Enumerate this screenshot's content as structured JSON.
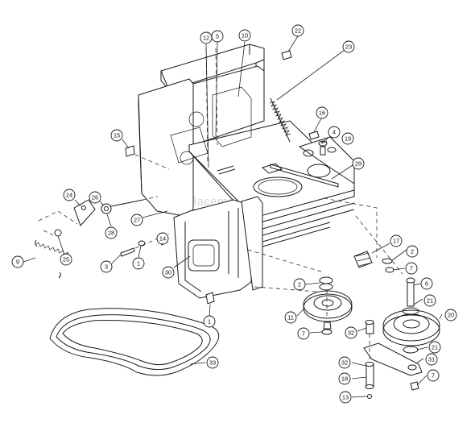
{
  "watermark": "eReplacementParts.com",
  "colors": {
    "ink": "#1a1a1a",
    "paper": "#ffffff",
    "watermark": "#c8c8c8"
  },
  "callouts": [
    {
      "id": "c12",
      "label": "12"
    },
    {
      "id": "c5",
      "label": "5"
    },
    {
      "id": "c10",
      "label": "10"
    },
    {
      "id": "c22",
      "label": "22"
    },
    {
      "id": "c23",
      "label": "23"
    },
    {
      "id": "c16",
      "label": "16"
    },
    {
      "id": "c4",
      "label": "4"
    },
    {
      "id": "c19",
      "label": "19"
    },
    {
      "id": "c15",
      "label": "15"
    },
    {
      "id": "c29",
      "label": "29"
    },
    {
      "id": "c24",
      "label": "24"
    },
    {
      "id": "c26",
      "label": "26"
    },
    {
      "id": "c27",
      "label": "27"
    },
    {
      "id": "c28",
      "label": "28"
    },
    {
      "id": "c14",
      "label": "14"
    },
    {
      "id": "c9",
      "label": "9"
    },
    {
      "id": "c25",
      "label": "25"
    },
    {
      "id": "c3",
      "label": "3"
    },
    {
      "id": "c1a",
      "label": "1"
    },
    {
      "id": "c30",
      "label": "30"
    },
    {
      "id": "c17",
      "label": "17"
    },
    {
      "id": "c2a",
      "label": "2"
    },
    {
      "id": "c7a",
      "label": "7"
    },
    {
      "id": "c2b",
      "label": "2"
    },
    {
      "id": "c6",
      "label": "6"
    },
    {
      "id": "c11",
      "label": "11"
    },
    {
      "id": "c21a",
      "label": "21"
    },
    {
      "id": "c20",
      "label": "20"
    },
    {
      "id": "c7b",
      "label": "7"
    },
    {
      "id": "c32a",
      "label": "32"
    },
    {
      "id": "c1b",
      "label": "1"
    },
    {
      "id": "c21b",
      "label": "21"
    },
    {
      "id": "c31",
      "label": "31"
    },
    {
      "id": "c32b",
      "label": "32"
    },
    {
      "id": "c18",
      "label": "18"
    },
    {
      "id": "c7c",
      "label": "7"
    },
    {
      "id": "c13",
      "label": "13"
    },
    {
      "id": "c33",
      "label": "33"
    }
  ]
}
